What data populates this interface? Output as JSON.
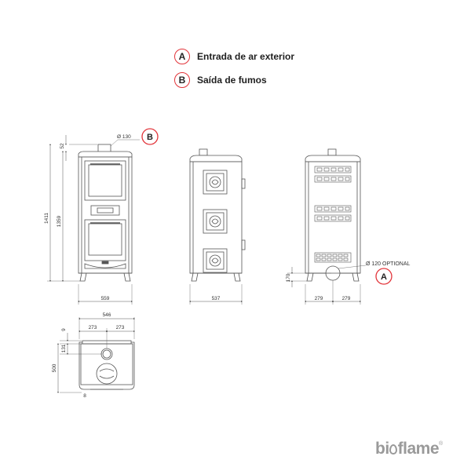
{
  "legend": {
    "a": {
      "key": "A",
      "text": "Entrada de ar exterior"
    },
    "b": {
      "key": "B",
      "text": "Saída de fumos"
    }
  },
  "front_view": {
    "dim_top_offset": "52",
    "dim_total_height": "1411",
    "dim_body_height": "1359",
    "dim_width": "559",
    "flue_label": "Ø 130",
    "flue_key": "B"
  },
  "side_view": {
    "dim_depth": "537"
  },
  "rear_view": {
    "inlet_label": "Ø 120 OPTIONAL",
    "inlet_key": "A",
    "dim_inlet_height": "170",
    "dim_left": "279",
    "dim_right": "279"
  },
  "top_view": {
    "dim_overall_width": "546",
    "dim_half_left": "273",
    "dim_half_right": "273",
    "dim_rear_gap": "9",
    "dim_flue_depth": "131",
    "dim_total_depth": "500",
    "dim_front_gap": "8"
  },
  "brand": {
    "name_pre": "bi",
    "name_post": "flame",
    "trademark": "®"
  },
  "colors": {
    "accent": "#e2343a",
    "line": "#555555"
  }
}
